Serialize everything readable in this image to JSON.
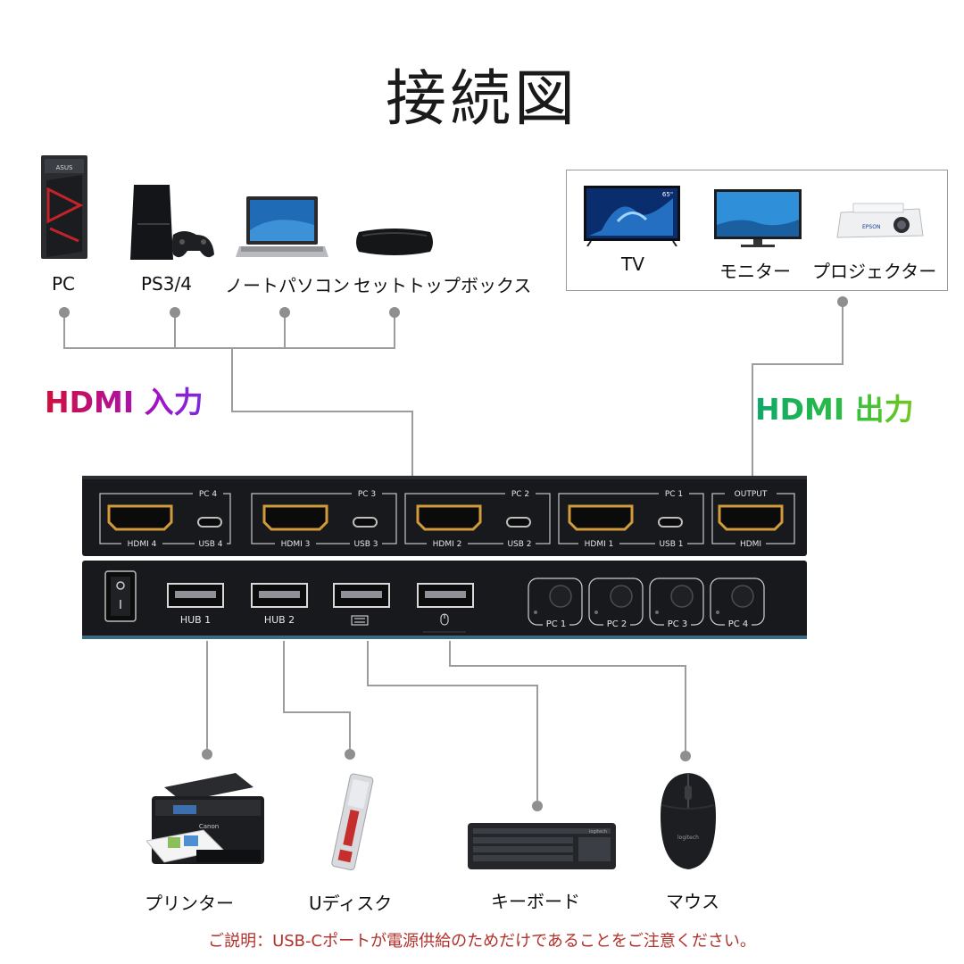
{
  "title": "接続図",
  "inputs": {
    "heading": "HDMI 入力",
    "devices": [
      {
        "label": "PC",
        "icon": "desktop-pc-icon"
      },
      {
        "label": "PS3/4",
        "icon": "game-console-icon"
      },
      {
        "label": "ノートパソコン",
        "icon": "laptop-icon"
      },
      {
        "label": "セットトップボックス",
        "icon": "set-top-box-icon"
      }
    ]
  },
  "outputs": {
    "heading": "HDMI 出力",
    "devices": [
      {
        "label": "TV",
        "icon": "tv-icon",
        "screen_badge": "65\""
      },
      {
        "label": "モニター",
        "icon": "monitor-icon"
      },
      {
        "label": "プロジェクター",
        "icon": "projector-icon"
      }
    ]
  },
  "switch_front": {
    "groups": [
      {
        "name": "PC 4",
        "hdmi": "HDMI 4",
        "usb": "USB 4"
      },
      {
        "name": "PC 3",
        "hdmi": "HDMI 3",
        "usb": "USB 3"
      },
      {
        "name": "PC 2",
        "hdmi": "HDMI 2",
        "usb": "USB 2"
      },
      {
        "name": "PC 1",
        "hdmi": "HDMI 1",
        "usb": "USB 1"
      }
    ],
    "output": {
      "name": "OUTPUT",
      "hdmi": "HDMI"
    }
  },
  "switch_back": {
    "ports": [
      {
        "label": "HUB  1",
        "icon": ""
      },
      {
        "label": "HUB  2",
        "icon": ""
      },
      {
        "label": "",
        "icon": "keyboard-icon"
      },
      {
        "label": "",
        "icon": "mouse-icon"
      }
    ],
    "buttons": [
      "PC 1",
      "PC 2",
      "PC 3",
      "PC 4"
    ]
  },
  "peripherals": [
    {
      "label": "プリンター",
      "icon": "printer-icon",
      "brand": "Canon"
    },
    {
      "label": "Uディスク",
      "icon": "usb-drive-icon"
    },
    {
      "label": "キーボード",
      "icon": "keyboard-icon",
      "brand": "logitech"
    },
    {
      "label": "マウス",
      "icon": "mouse-icon",
      "brand": "logitech"
    }
  ],
  "device_brand_pc": "ASUS",
  "device_brand_monitor": "",
  "device_brand_projector": "EPSON",
  "footnote": "ご説明：USB-Cポートが電源供給のためだけであることをご注意ください。",
  "colors": {
    "connector_line": "#9c9c9c",
    "connector_dot": "#8f8f8f",
    "switch_body": "#17191c",
    "hdmi_port_gold": "#d19a3a",
    "note_red": "#b2302a"
  }
}
